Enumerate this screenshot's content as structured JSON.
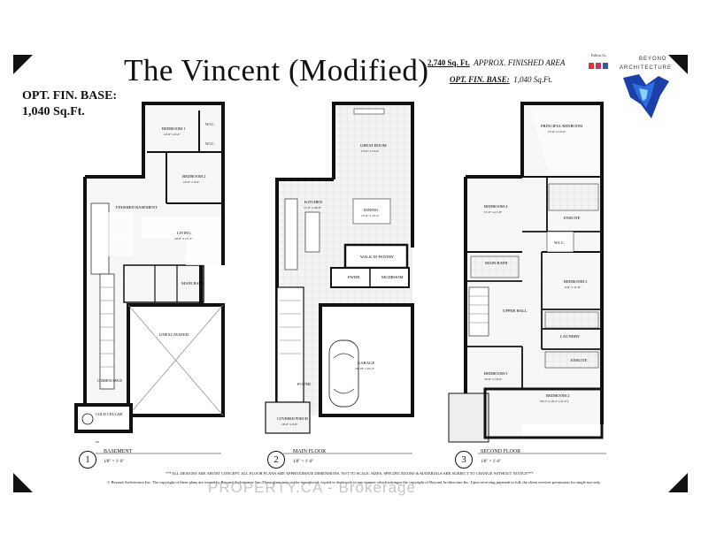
{
  "title": "The Vincent (Modified)",
  "opt_fin_base": {
    "line1": "OPT. FIN. BASE:",
    "line2": "1,040 Sq.Ft."
  },
  "area": {
    "sqft": "2,740 Sq. Ft.",
    "label": "APPROX. FINISHED AREA",
    "opt_label": "OPT. FIN. BASE:",
    "opt_value": "1,040 Sq.Ft."
  },
  "follow_us": "Follow Us",
  "logo": {
    "name": "BEYOND",
    "sub": "ARCHITECTURE",
    "accent": "#1f4fd0"
  },
  "basement": {
    "number": "1",
    "name": "BASEMENT",
    "scale": "1/8\" = 1'-0\"",
    "rooms": {
      "bedroom1": "BEDROOM 1",
      "bedroom1_size": "10'-8\" x 9'-4\"",
      "wic": "W.I.C.",
      "bedroom2": "BEDROOM 2",
      "bedroom2_size": "10'-0\" x 9'-2\"",
      "finished": "FINISHED BASEMENT",
      "living": "LIVING",
      "living_size": "19'-8\" x 15'-2\"",
      "main_bath": "MAIN BATH",
      "unexcavated": "UNEXCAVATED",
      "cold_cellar": "COLD CELLAR",
      "common": "COMMON SPACE"
    }
  },
  "main_floor": {
    "number": "2",
    "name": "MAIN FLOOR",
    "scale": "1/8\" = 1'-0\"",
    "rooms": {
      "great_room": "GREAT ROOM",
      "great_size": "15'-0\" x 15'-0\"",
      "kitchen": "KITCHEN",
      "kitchen_size": "11'-0\" x 20'-0\"",
      "dining": "DINING",
      "dining_size": "15'-0\" x 12'-2\"",
      "walk_in_pantry": "WALK IN PANTRY",
      "pwdr": "PWDR",
      "mudroom": "MUDROOM",
      "garage": "GARAGE",
      "garage_size": "19'-10\" x 19'-2\"",
      "foyer": "FOYER",
      "covered_porch": "COVERED PORCH",
      "porch_size": "10'-0\" x 6'-0\""
    }
  },
  "second_floor": {
    "number": "3",
    "name": "SECOND FLOOR",
    "scale": "1/8\" = 1'-0\"",
    "rooms": {
      "principal": "PRINCIPAL BEDROOM",
      "principal_size": "15'-0\" x 14'-0\"",
      "bedroom4": "BEDROOM 4",
      "bedroom4_size": "11'-0\" x 11'-6\"",
      "ensuite1": "ENSUITE",
      "wic": "W.I.C.",
      "main_bath": "MAIN BATH",
      "bedroom3": "BEDROOM 3",
      "bedroom3_size": "9'-8\" x 11'-8\"",
      "upper_hall": "UPPER HALL",
      "laundry": "LAUNDRY",
      "bedroom5": "BEDROOM 5",
      "bedroom5_size": "10'-6\" x 10'-0\"",
      "ensuite2": "ENSUITE",
      "bedroom2": "BEDROOM 2",
      "bedroom2_size": "18'-2\" x 16'-2\" (12'-2\")"
    }
  },
  "footer": {
    "disclaimer": "***ALL DESIGNS ARE ARTIST CONCEPT. ALL FLOOR PLANS ARE APPROXIMATE DIMENSIONS. NOT TO SCALE. SIZES, SPECIFICATIONS & MATERIALS ARE SUBJECT TO CHANGE WITHOUT NOTICE***",
    "copyright": "© Beyond Architecture Inc. The copyright of these plans are owned by Beyond Architecture Inc. These plans may not be reproduced, copied or dealt with in any manner which infringes the copyright of Beyond Architecture Inc. Upon receiving payment in full, the client receives permission for single use only."
  },
  "watermark": "PROPERTY.CA - Brokerage"
}
